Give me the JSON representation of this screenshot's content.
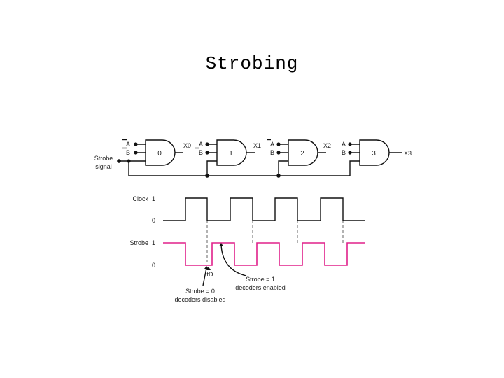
{
  "title": "Strobing",
  "decoder": {
    "strobe_label_line1": "Strobe",
    "strobe_label_line2": "signal",
    "gates": [
      {
        "number": "0",
        "input_a": "A",
        "input_b": "B",
        "output": "X0"
      },
      {
        "number": "1",
        "input_a": "A",
        "input_b": "B",
        "output": "X1"
      },
      {
        "number": "2",
        "input_a": "A",
        "input_b": "B",
        "output": "X2"
      },
      {
        "number": "3",
        "input_a": "A",
        "input_b": "B",
        "output": "X3"
      }
    ]
  },
  "timing": {
    "clock_label": "Clock",
    "strobe_label": "Strobe",
    "high": "1",
    "low": "0",
    "td_label": "tD",
    "note_disabled_line1": "Strobe = 0",
    "note_disabled_line2": "decoders disabled",
    "note_enabled_line1": "Strobe = 1",
    "note_enabled_line2": "decoders enabled"
  },
  "colors": {
    "strobe_waveform": "#e0218a",
    "lines": "#111111"
  }
}
